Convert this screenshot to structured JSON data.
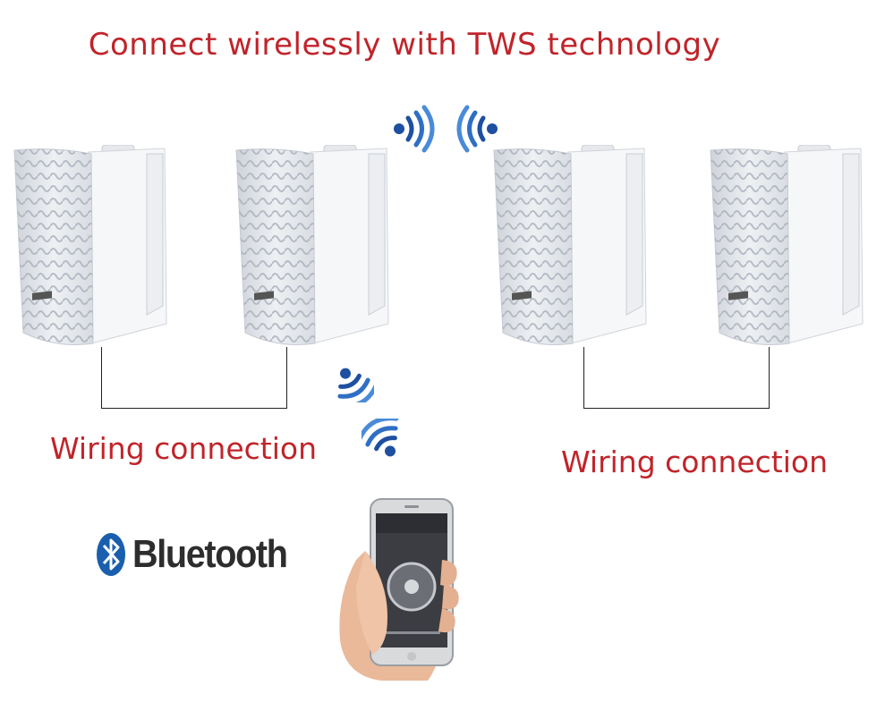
{
  "headline": "Connect wirelessly with TWS technology",
  "wiring_labels": {
    "left": "Wiring connection",
    "right": "Wiring connection"
  },
  "bluetooth_logo": {
    "text": "Bluetooth",
    "color": "#1a5fae"
  },
  "colors": {
    "label_red": "#c0242a",
    "signal_blue": "#1e4fa0",
    "speaker_white": "#f4f5f7",
    "wire": "#222222"
  },
  "icons": [
    "wifi-signal-icon",
    "bluetooth-icon",
    "smartphone-icon",
    "hand-icon",
    "speaker-icon"
  ]
}
